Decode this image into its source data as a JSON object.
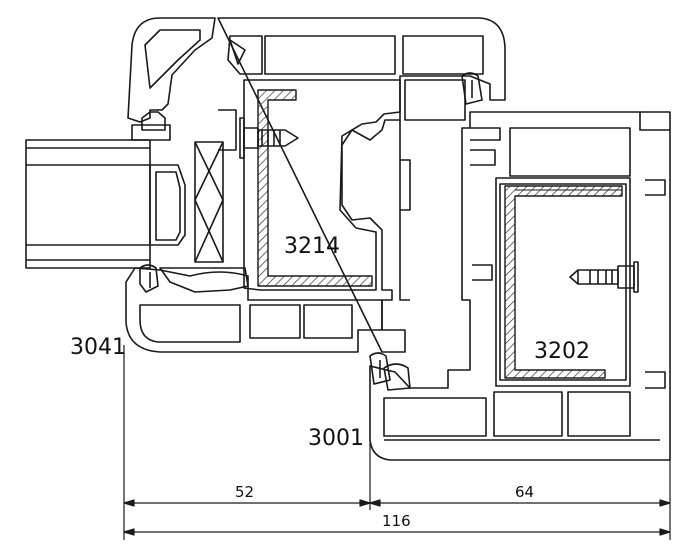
{
  "profiles": {
    "left_frame": "3041",
    "sash": "3214",
    "main_frame": "3001",
    "right_sash": "3202"
  },
  "dimensions": {
    "left_width": "52",
    "right_width": "64",
    "total_width": "116"
  },
  "colors": {
    "line": "#1a1a1a",
    "background": "#ffffff",
    "hatch": "#333333"
  }
}
